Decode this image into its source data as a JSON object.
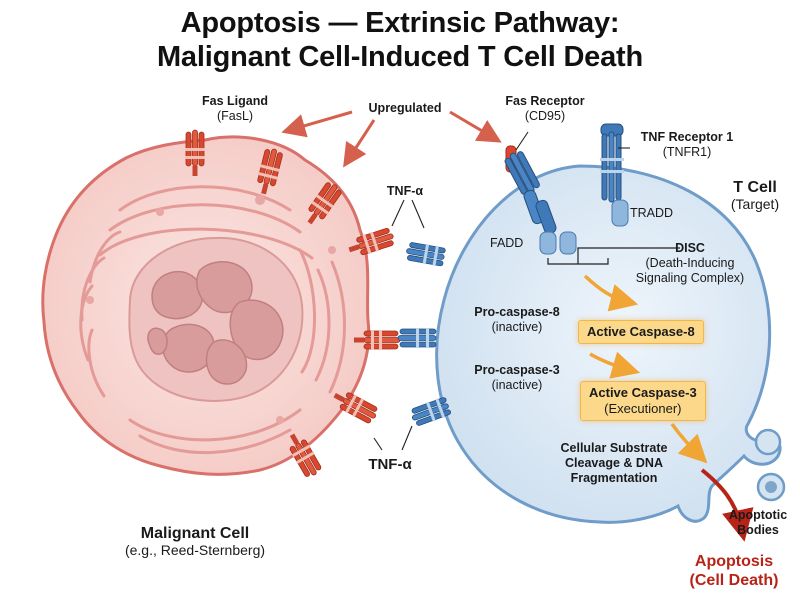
{
  "title": {
    "line1": "Apoptosis — Extrinsic Pathway:",
    "line2": "Malignant Cell-Induced T Cell Death"
  },
  "labels": {
    "fas_ligand": "Fas Ligand",
    "fasl": "(FasL)",
    "upregulated": "Upregulated",
    "fas_receptor": "Fas Receptor",
    "cd95": "(CD95)",
    "tnf_receptor": "TNF Receptor 1",
    "tnfr1": "(TNFR1)",
    "tnf_alpha_top": "TNF-α",
    "tnf_alpha_bottom": "TNF-α",
    "t_cell": "T Cell",
    "target": "(Target)",
    "tradd": "TRADD",
    "fadd": "FADD",
    "disc": "DISC",
    "disc_line2": "(Death-Inducing",
    "disc_line3": "Signaling Complex)",
    "pro_caspase8": "Pro-caspase-8",
    "pro_caspase8_sub": "(inactive)",
    "active_caspase8": "Active Caspase-8",
    "pro_caspase3": "Pro-caspase-3",
    "pro_caspase3_sub": "(inactive)",
    "active_caspase3": "Active Caspase-3",
    "executioner": "(Executioner)",
    "substrate_line1": "Cellular Substrate",
    "substrate_line2": "Cleavage & DNA",
    "substrate_line3": "Fragmentation",
    "apoptotic_bodies_1": "Apoptotic",
    "apoptotic_bodies_2": "Bodies",
    "apoptosis": "Apoptosis",
    "cell_death": "(Cell Death)",
    "malignant_cell": "Malignant Cell",
    "reed_sternberg": "(e.g., Reed-Sternberg)"
  },
  "colors": {
    "malignant_fill": "#f6d3cf",
    "malignant_stroke": "#d9706a",
    "nucleus": "#e9b5b4",
    "t_cell_fill": "#dbe8f4",
    "t_cell_stroke": "#6f9cc8",
    "ligand_red": "#d9482e",
    "receptor_blue": "#3f79b8",
    "caspase_box": "#fcd98a",
    "arrow_orange": "#f0a534",
    "apoptosis_red": "#b82318"
  }
}
